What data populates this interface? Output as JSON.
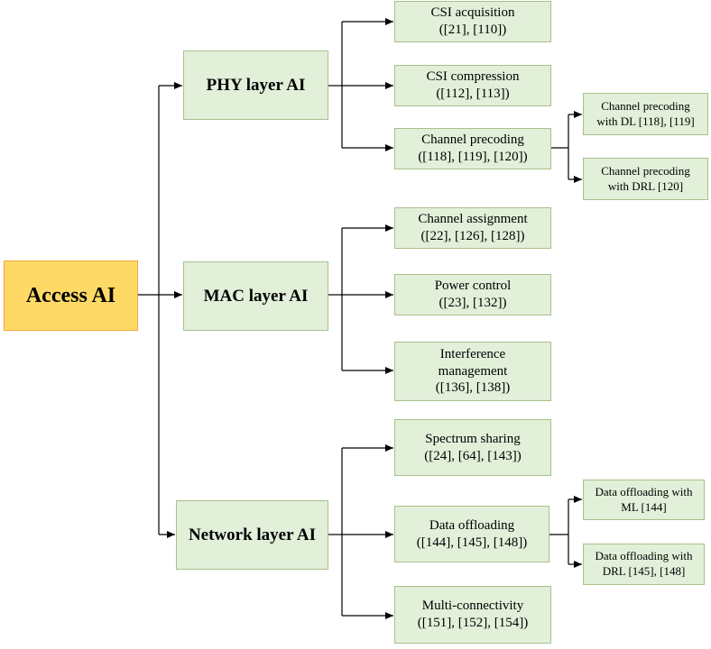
{
  "colors": {
    "root_fill": "#ffd966",
    "root_border": "#f4a536",
    "node_fill": "#e2efd9",
    "node_border": "#a9c08a",
    "connector": "#000000"
  },
  "root": {
    "label": "Access AI"
  },
  "layers": {
    "phy": {
      "label": "PHY layer AI"
    },
    "mac": {
      "label": "MAC layer AI"
    },
    "net": {
      "label": "Network layer AI"
    }
  },
  "phy_items": {
    "csi_acq": {
      "line1": "CSI acquisition",
      "line2": "([21], [110])"
    },
    "csi_comp": {
      "line1": "CSI compression",
      "line2": "([112], [113])"
    },
    "precoding": {
      "line1": "Channel precoding",
      "line2": "([118], [119], [120])"
    }
  },
  "precoding_sub": {
    "dl": {
      "line1": "Channel precoding",
      "line2": "with DL [118], [119]"
    },
    "drl": {
      "line1": "Channel precoding",
      "line2": "with DRL [120]"
    }
  },
  "mac_items": {
    "assign": {
      "line1": "Channel assignment",
      "line2": "([22], [126], [128])"
    },
    "power": {
      "line1": "Power control",
      "line2": "([23], [132])"
    },
    "interf": {
      "line1": "Interference",
      "line2": "management",
      "line3": "([136], [138])"
    }
  },
  "net_items": {
    "spectrum": {
      "line1": "Spectrum sharing",
      "line2": "([24], [64], [143])"
    },
    "offload": {
      "line1": "Data offloading",
      "line2": "([144], [145], [148])"
    },
    "multi": {
      "line1": "Multi-connectivity",
      "line2": "([151], [152], [154])"
    }
  },
  "offload_sub": {
    "ml": {
      "line1": "Data offloading with",
      "line2": "ML [144]"
    },
    "drl": {
      "line1": "Data offloading with",
      "line2": "DRL [145], [148]"
    }
  }
}
